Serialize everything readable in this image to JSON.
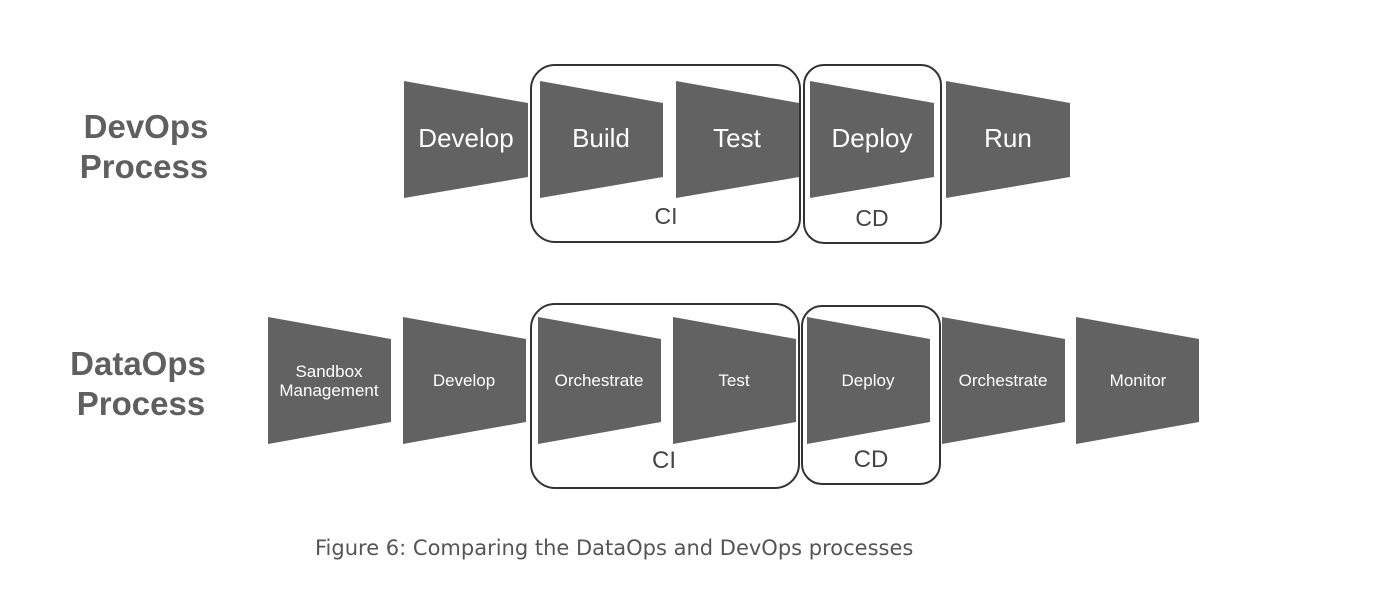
{
  "devops": {
    "title_line1": "DevOps",
    "title_line2": "Process",
    "stages": [
      {
        "label": "Develop"
      },
      {
        "label": "Build"
      },
      {
        "label": "Test"
      },
      {
        "label": "Deploy"
      },
      {
        "label": "Run"
      }
    ],
    "groups": [
      {
        "label": "CI"
      },
      {
        "label": "CD"
      }
    ]
  },
  "dataops": {
    "title_line1": "DataOps",
    "title_line2": "Process",
    "stages": [
      {
        "label_line1": "Sandbox",
        "label_line2": "Management"
      },
      {
        "label": "Develop"
      },
      {
        "label": "Orchestrate"
      },
      {
        "label": "Test"
      },
      {
        "label": "Deploy"
      },
      {
        "label": "Orchestrate"
      },
      {
        "label": "Monitor"
      }
    ],
    "groups": [
      {
        "label": "CI"
      },
      {
        "label": "CD"
      }
    ]
  },
  "caption": "Figure 6: Comparing the DataOps and DevOps processes"
}
